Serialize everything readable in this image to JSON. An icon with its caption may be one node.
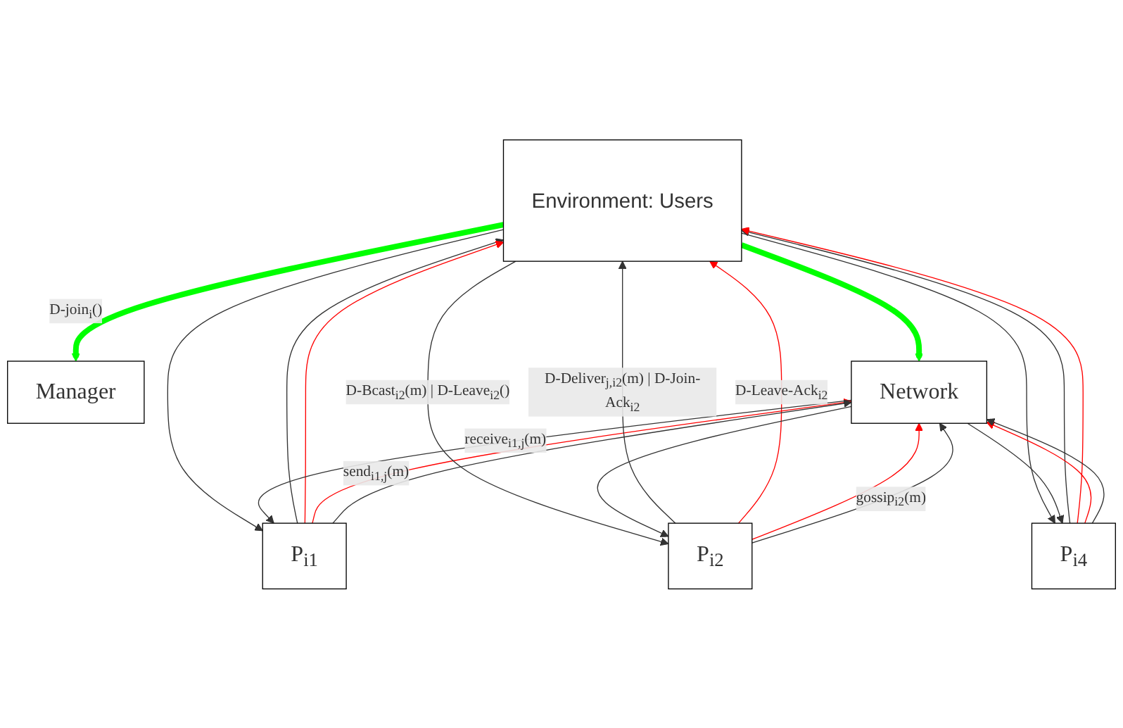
{
  "diagram": {
    "nodes": [
      {
        "text": [
          "Environment: Users"
        ]
      },
      {
        "text": [
          "Manager"
        ]
      },
      {
        "text": [
          "P$_{i1}$"
        ]
      },
      {
        "text": [
          "P$_{i2}$"
        ]
      },
      {
        "text": [
          "P$_{i4}$"
        ]
      },
      {
        "text": [
          "Network"
        ]
      }
    ],
    "edges": [
      {
        "from": 0,
        "to": 1,
        "arrow": "to",
        "label": "D-join$_{i}$()",
        "style": "thick",
        "color": "#00ff00"
      },
      {
        "from": 0,
        "to": 5,
        "arrow": "to",
        "style": "thick",
        "color": "#00ff00"
      },
      {
        "from": 0,
        "to": 2,
        "arrow": "to"
      },
      {
        "from": 2,
        "to": 0,
        "arrow": "to"
      },
      {
        "from": 2,
        "to": 0,
        "arrow": "to",
        "color": "#ff0000"
      },
      {
        "from": 2,
        "to": 5,
        "arrow": "to",
        "color": "#ff0000"
      },
      {
        "from": 0,
        "to": 3,
        "arrow": "to",
        "label": "D-Bcast$_{i2}$(m) | D-Leave$_{i2}$()"
      },
      {
        "from": 3,
        "to": 0,
        "arrow": "to",
        "label": "D-Deliver$_{j,i2}$(m) | D-Join-Ack$_{i2}$"
      },
      {
        "from": 3,
        "to": 0,
        "arrow": "to",
        "label": "D-Leave-Ack$_{i2}$",
        "color": "#ff0000"
      },
      {
        "from": 3,
        "to": 5,
        "arrow": "to",
        "color": "#ff0000"
      },
      {
        "from": 0,
        "to": 4,
        "arrow": "to"
      },
      {
        "from": 4,
        "to": 0,
        "arrow": "to"
      },
      {
        "from": 4,
        "to": 0,
        "arrow": "to",
        "color": "#ff0000"
      },
      {
        "from": 4,
        "to": 5,
        "arrow": "to",
        "color": "#ff0000"
      },
      {
        "from": 2,
        "to": 5,
        "arrow": "to",
        "label": "send$_{i1,j}$(m)"
      },
      {
        "from": 5,
        "to": 2,
        "arrow": "to",
        "label": "receive$_{i1,j}$(m)"
      },
      {
        "from": 3,
        "to": 5,
        "arrow": "to",
        "label": "gossip$_{i2}$(m)"
      },
      {
        "from": 5,
        "to": 3,
        "arrow": "to"
      },
      {
        "from": 4,
        "to": 5,
        "arrow": "to"
      },
      {
        "from": 5,
        "to": 4,
        "arrow": "to"
      }
    ]
  }
}
